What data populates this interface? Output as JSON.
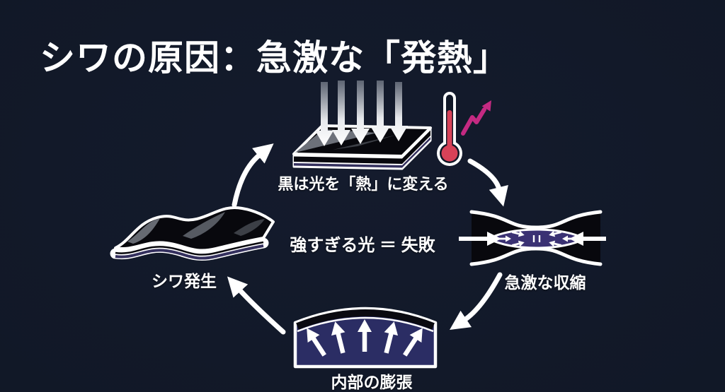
{
  "title": "シワの原因：急激な「発熱」",
  "center_note": "強すぎる光 ＝ 失敗",
  "cycle": {
    "order": [
      "heat_absorption",
      "contraction",
      "expansion",
      "wrinkling"
    ],
    "heat_absorption": {
      "label": "黒は光を「熱」に変える"
    },
    "contraction": {
      "label": "急激な収縮"
    },
    "expansion": {
      "label": "内部の膨張"
    },
    "wrinkling": {
      "label": "シワ発生"
    }
  },
  "icons": [
    "light-beams-icon",
    "black-panel-icon",
    "thermometer-icon",
    "rising-trend-arrow-icon",
    "pinched-sheet-icon",
    "bulging-sheet-icon",
    "wrinkled-sheet-icon",
    "cycle-arrow-icon"
  ],
  "colors": {
    "background": "#111827",
    "text": "#ffffff",
    "panel_black": "#08080d",
    "deep_purple": "#2b2d64",
    "lens_purple": "#3a3173",
    "stripe_purple": "#34305e",
    "thermometer_red": "#d84258",
    "trend_pink": "#c42a82",
    "arrow_white": "#ffffff"
  }
}
